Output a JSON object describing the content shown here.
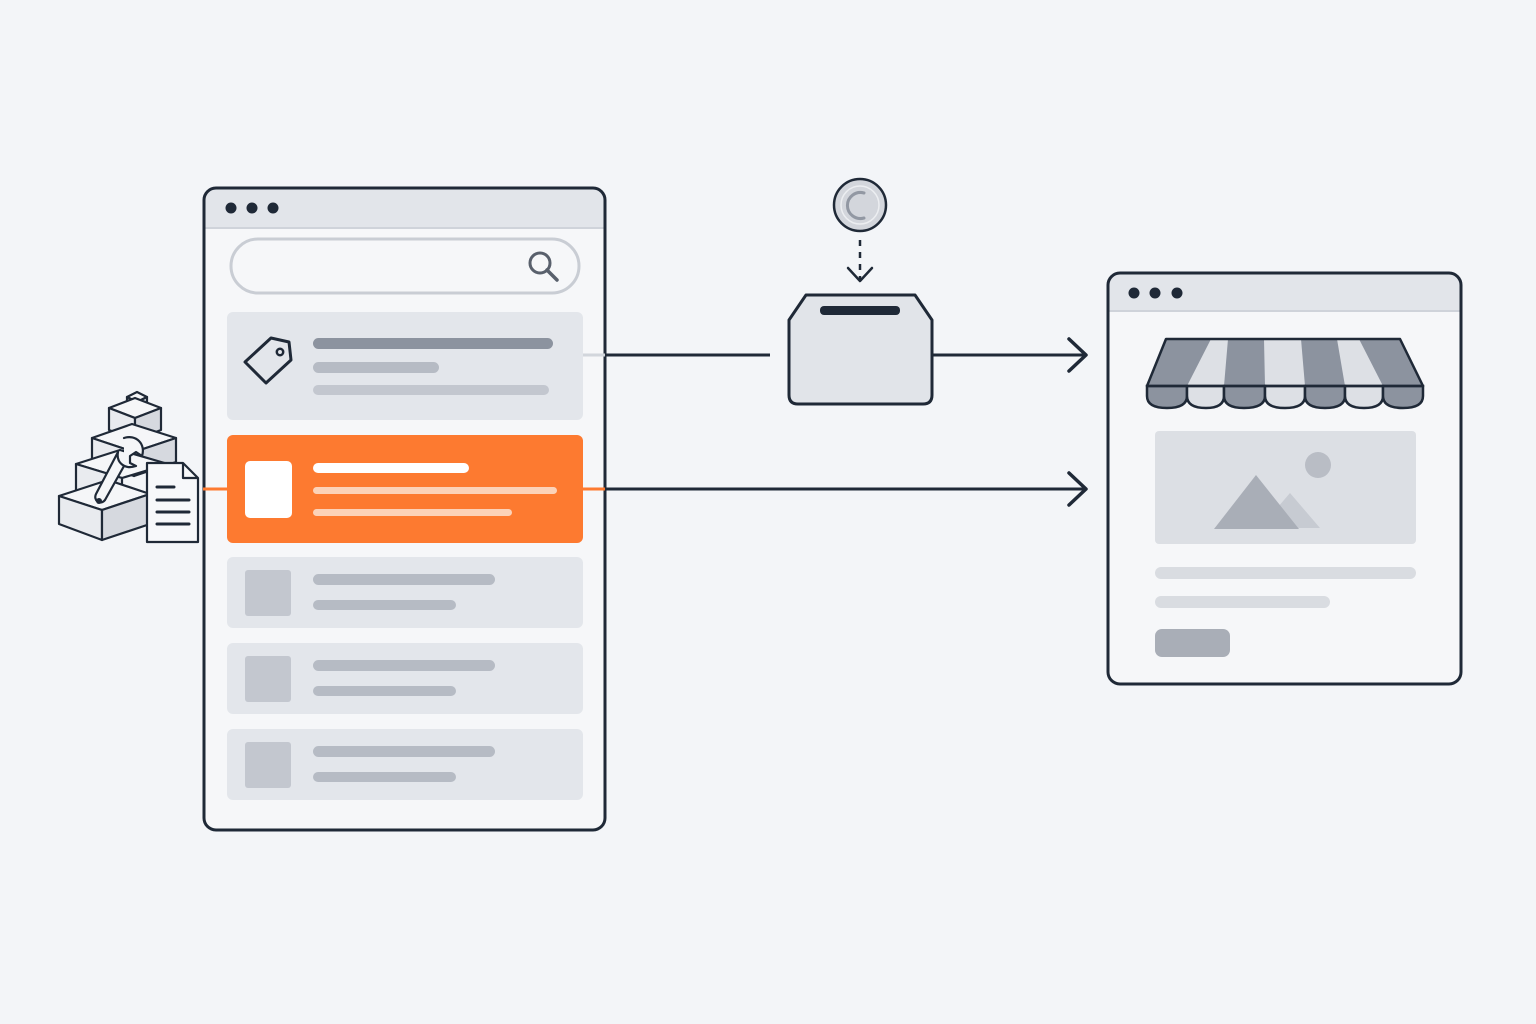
{
  "diagram": {
    "colors": {
      "background": "#f3f5f8",
      "outline": "#1f2937",
      "accent": "#fd7a30",
      "panel": "#e3e6eb",
      "placeholder_dark": "#8c939f",
      "placeholder_light": "#c3c7cf"
    },
    "source_window": {
      "icon": "browser-window-icon",
      "search_icon": "search-icon",
      "listing_rows": [
        {
          "icon": "price-tag-icon",
          "state": "default",
          "text_lines": 3
        },
        {
          "icon": "thumbnail-icon",
          "state": "highlighted",
          "text_lines": 3
        },
        {
          "icon": "thumbnail-icon",
          "state": "default",
          "text_lines": 2
        },
        {
          "icon": "thumbnail-icon",
          "state": "default",
          "text_lines": 2
        },
        {
          "icon": "thumbnail-icon",
          "state": "default",
          "text_lines": 2
        }
      ]
    },
    "input_icon": "boxes-wrench-document-icon",
    "payment": {
      "coin_icon": "coin-icon",
      "box_icon": "coin-slot-box-icon"
    },
    "target_window": {
      "icon": "storefront-awning-icon",
      "image_icon": "image-placeholder-icon",
      "button_icon": "button-placeholder"
    },
    "arrows": [
      {
        "from": "tag-listing",
        "via": "coin-slot-box",
        "to": "storefront"
      },
      {
        "from": "highlighted-listing",
        "to": "storefront"
      }
    ]
  }
}
